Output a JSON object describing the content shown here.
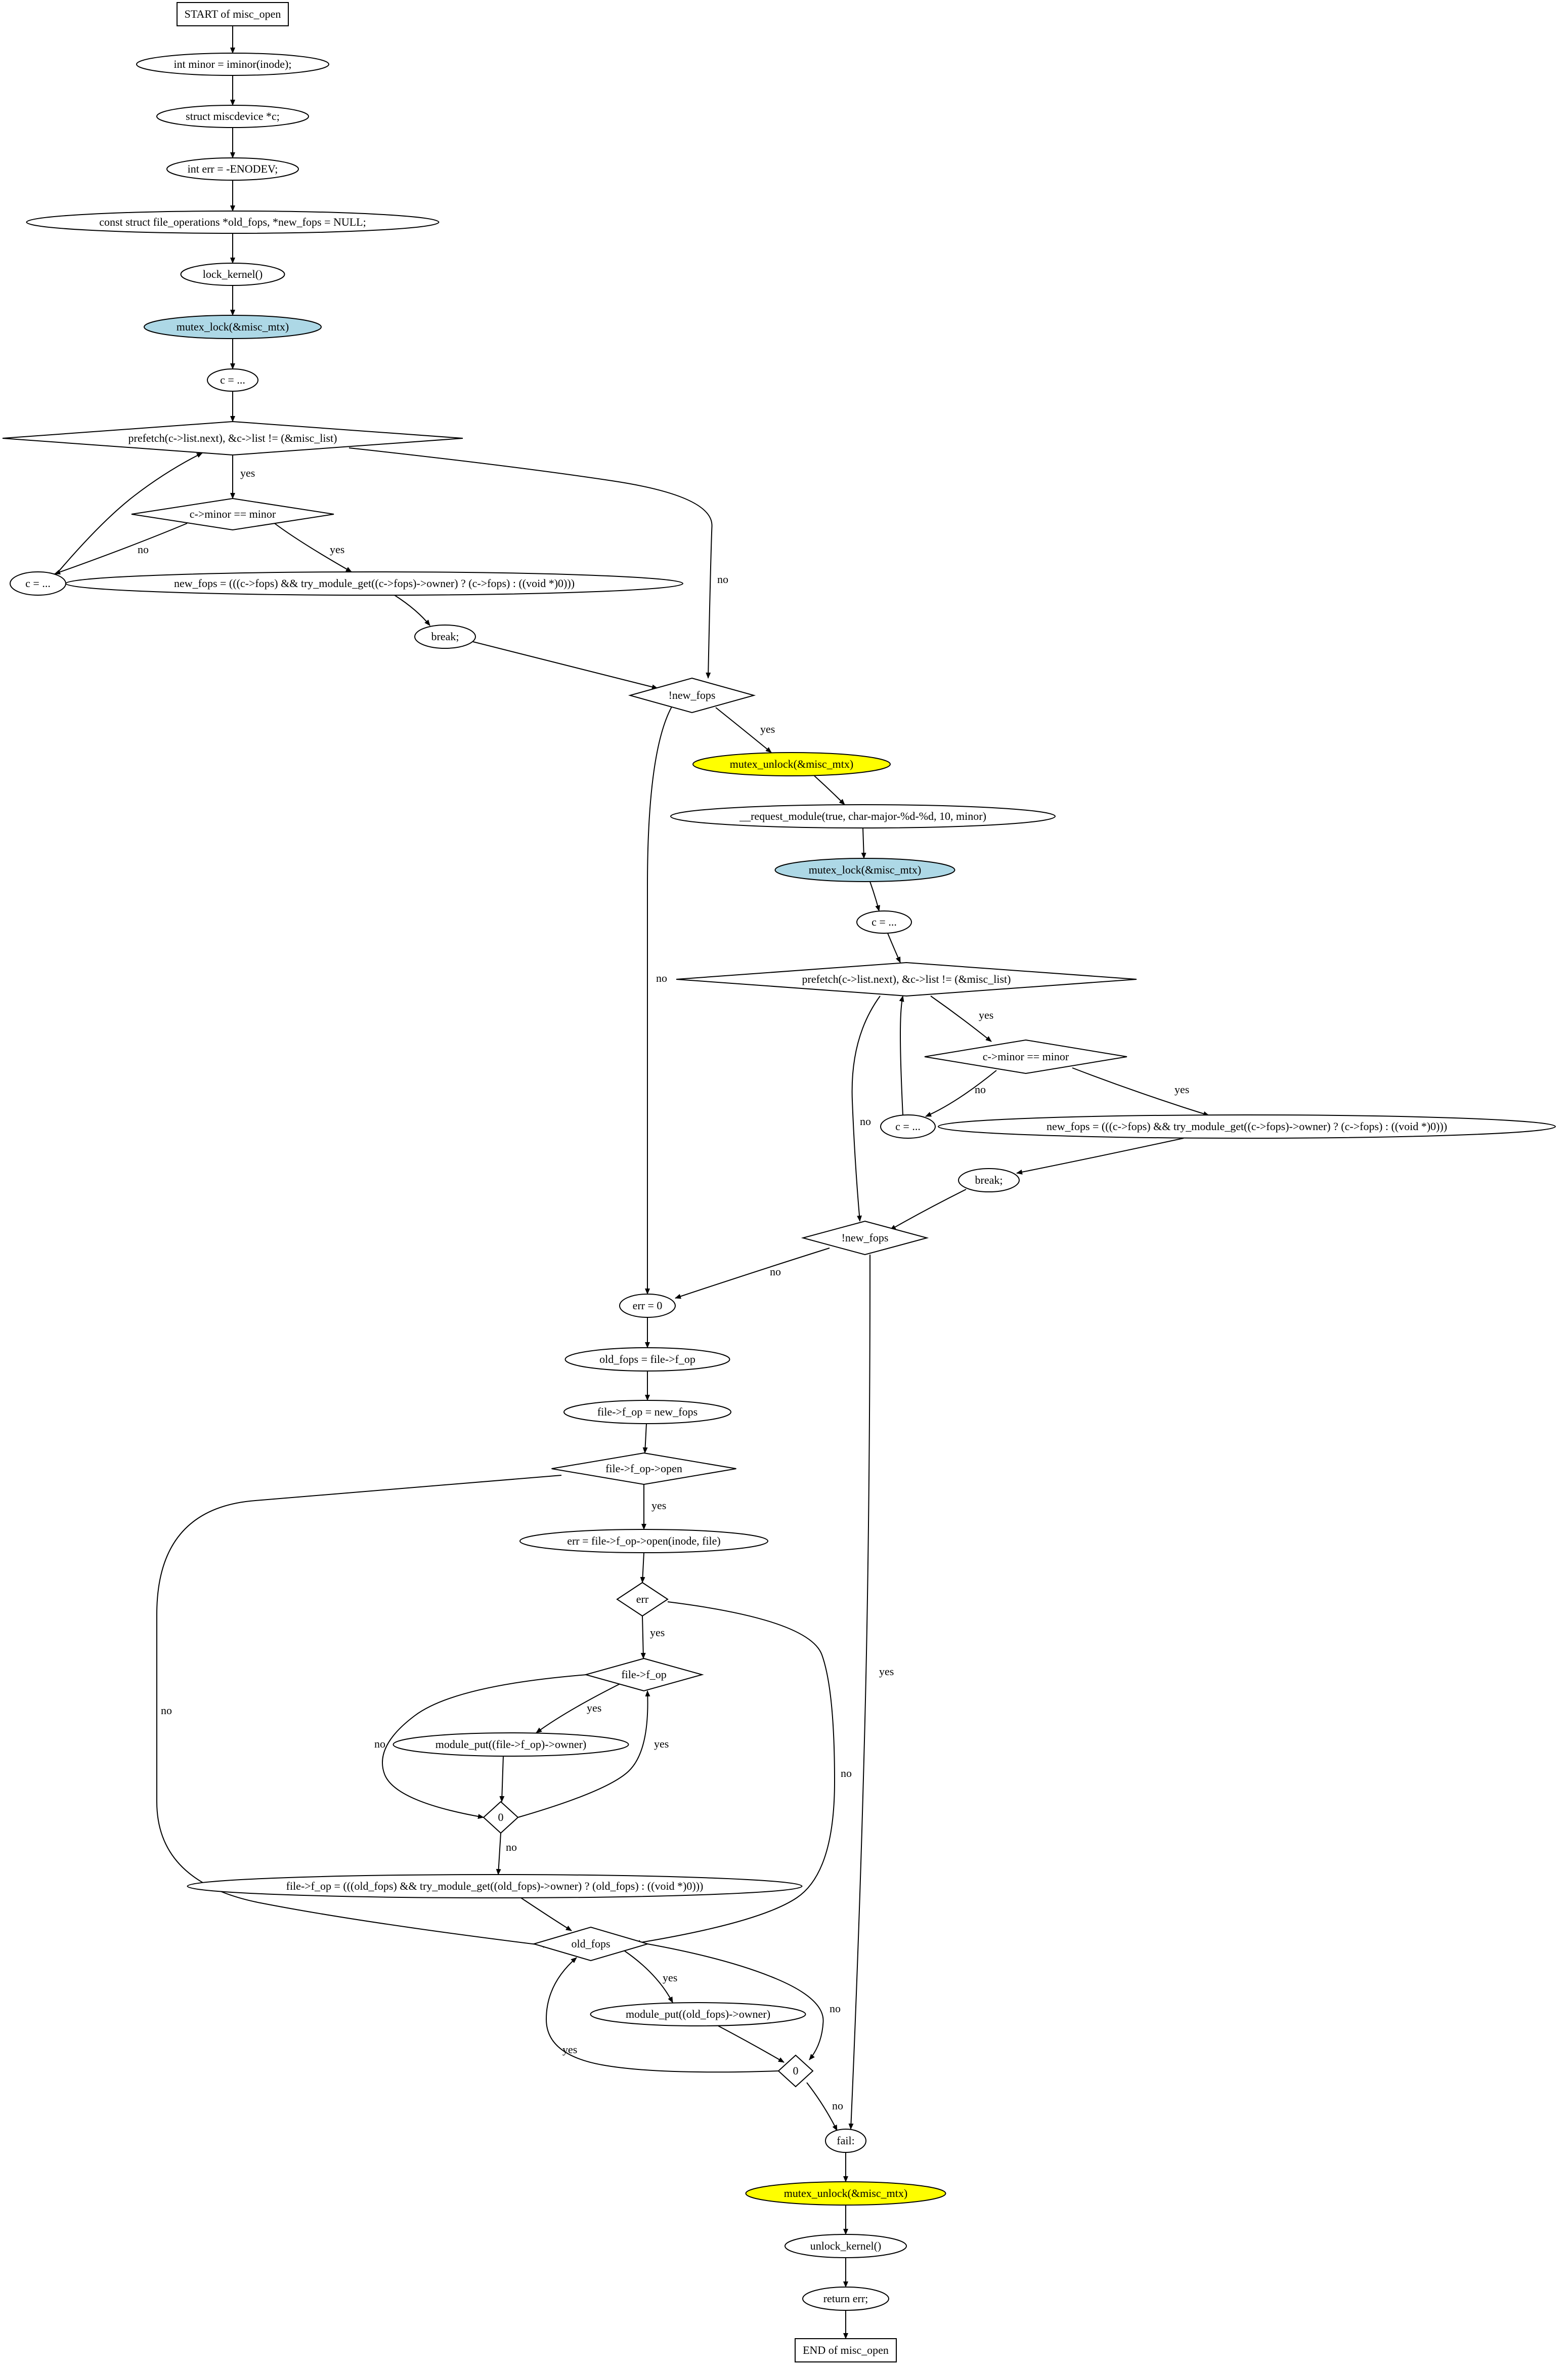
{
  "diagram": {
    "function_name": "misc_open",
    "colors": {
      "lock_fill": "#add8e6",
      "unlock_fill": "#ffff00",
      "stroke": "#000000",
      "background": "#ffffff"
    },
    "nodes": [
      {
        "id": "start",
        "shape": "box",
        "label": "START of misc_open"
      },
      {
        "id": "n_minor",
        "shape": "ellipse",
        "label": "int minor = iminor(inode);"
      },
      {
        "id": "n_struct",
        "shape": "ellipse",
        "label": "struct miscdevice *c;"
      },
      {
        "id": "n_err_init",
        "shape": "ellipse",
        "label": "int err = -ENODEV;"
      },
      {
        "id": "n_fops",
        "shape": "ellipse",
        "label": "const struct file_operations *old_fops, *new_fops = NULL;"
      },
      {
        "id": "n_lock_kernel",
        "shape": "ellipse",
        "label": "lock_kernel()"
      },
      {
        "id": "n_mutex_lock1",
        "shape": "ellipse",
        "label": "mutex_lock(&misc_mtx)",
        "fill": "lock"
      },
      {
        "id": "n_c1",
        "shape": "ellipse",
        "label": "c = ..."
      },
      {
        "id": "d_prefetch1",
        "shape": "diamond",
        "label": "prefetch(c->list.next), &c->list != (&misc_list)"
      },
      {
        "id": "d_minor1",
        "shape": "diamond",
        "label": "c->minor == minor"
      },
      {
        "id": "n_c1b",
        "shape": "ellipse",
        "label": "c = ..."
      },
      {
        "id": "n_newfops1",
        "shape": "ellipse",
        "label": "new_fops = (((c->fops) && try_module_get((c->fops)->owner) ? (c->fops) : ((void *)0)))"
      },
      {
        "id": "n_break1",
        "shape": "ellipse",
        "label": "break;"
      },
      {
        "id": "d_notnew1",
        "shape": "diamond",
        "label": "!new_fops"
      },
      {
        "id": "n_unlock1",
        "shape": "ellipse",
        "label": "mutex_unlock(&misc_mtx)",
        "fill": "unlock"
      },
      {
        "id": "n_request",
        "shape": "ellipse",
        "label": "__request_module(true, char-major-%d-%d, 10, minor)"
      },
      {
        "id": "n_mutex_lock2",
        "shape": "ellipse",
        "label": "mutex_lock(&misc_mtx)",
        "fill": "lock"
      },
      {
        "id": "n_c2",
        "shape": "ellipse",
        "label": "c = ..."
      },
      {
        "id": "d_prefetch2",
        "shape": "diamond",
        "label": "prefetch(c->list.next), &c->list != (&misc_list)"
      },
      {
        "id": "d_minor2",
        "shape": "diamond",
        "label": "c->minor == minor"
      },
      {
        "id": "n_c2b",
        "shape": "ellipse",
        "label": "c = ..."
      },
      {
        "id": "n_newfops2",
        "shape": "ellipse",
        "label": "new_fops = (((c->fops) && try_module_get((c->fops)->owner) ? (c->fops) : ((void *)0)))"
      },
      {
        "id": "n_break2",
        "shape": "ellipse",
        "label": "break;"
      },
      {
        "id": "d_notnew2",
        "shape": "diamond",
        "label": "!new_fops"
      },
      {
        "id": "n_err0",
        "shape": "ellipse",
        "label": "err = 0"
      },
      {
        "id": "n_oldfops",
        "shape": "ellipse",
        "label": "old_fops = file->f_op"
      },
      {
        "id": "n_fop_new",
        "shape": "ellipse",
        "label": "file->f_op = new_fops"
      },
      {
        "id": "d_fop_open",
        "shape": "diamond",
        "label": "file->f_op->open"
      },
      {
        "id": "n_err_open",
        "shape": "ellipse",
        "label": "err = file->f_op->open(inode, file)"
      },
      {
        "id": "d_err",
        "shape": "diamond",
        "label": "err"
      },
      {
        "id": "d_fileop",
        "shape": "diamond",
        "label": "file->f_op"
      },
      {
        "id": "n_modput1",
        "shape": "ellipse",
        "label": "module_put((file->f_op)->owner)"
      },
      {
        "id": "d_zero1",
        "shape": "diamond",
        "label": "0"
      },
      {
        "id": "n_fop_old",
        "shape": "ellipse",
        "label": "file->f_op = (((old_fops) && try_module_get((old_fops)->owner) ? (old_fops) : ((void *)0)))"
      },
      {
        "id": "d_oldfops",
        "shape": "diamond",
        "label": "old_fops"
      },
      {
        "id": "n_modput2",
        "shape": "ellipse",
        "label": "module_put((old_fops)->owner)"
      },
      {
        "id": "d_zero2",
        "shape": "diamond",
        "label": "0"
      },
      {
        "id": "n_fail",
        "shape": "ellipse",
        "label": "fail:"
      },
      {
        "id": "n_unlock2",
        "shape": "ellipse",
        "label": "mutex_unlock(&misc_mtx)",
        "fill": "unlock"
      },
      {
        "id": "n_unlock_kernel",
        "shape": "ellipse",
        "label": "unlock_kernel()"
      },
      {
        "id": "n_return",
        "shape": "ellipse",
        "label": "return err;"
      },
      {
        "id": "end",
        "shape": "box",
        "label": "END of misc_open"
      }
    ],
    "edges": [
      {
        "from": "start",
        "to": "n_minor",
        "label": ""
      },
      {
        "from": "n_minor",
        "to": "n_struct",
        "label": ""
      },
      {
        "from": "n_struct",
        "to": "n_err_init",
        "label": ""
      },
      {
        "from": "n_err_init",
        "to": "n_fops",
        "label": ""
      },
      {
        "from": "n_fops",
        "to": "n_lock_kernel",
        "label": ""
      },
      {
        "from": "n_lock_kernel",
        "to": "n_mutex_lock1",
        "label": ""
      },
      {
        "from": "n_mutex_lock1",
        "to": "n_c1",
        "label": ""
      },
      {
        "from": "n_c1",
        "to": "d_prefetch1",
        "label": ""
      },
      {
        "from": "d_prefetch1",
        "to": "d_minor1",
        "label": "yes"
      },
      {
        "from": "d_prefetch1",
        "to": "d_notnew1",
        "label": "no"
      },
      {
        "from": "d_minor1",
        "to": "n_c1b",
        "label": "no"
      },
      {
        "from": "d_minor1",
        "to": "n_newfops1",
        "label": "yes"
      },
      {
        "from": "n_c1b",
        "to": "d_prefetch1",
        "label": ""
      },
      {
        "from": "n_newfops1",
        "to": "n_break1",
        "label": ""
      },
      {
        "from": "n_break1",
        "to": "d_notnew1",
        "label": ""
      },
      {
        "from": "d_notnew1",
        "to": "n_unlock1",
        "label": "yes"
      },
      {
        "from": "d_notnew1",
        "to": "n_err0",
        "label": "no"
      },
      {
        "from": "n_unlock1",
        "to": "n_request",
        "label": ""
      },
      {
        "from": "n_request",
        "to": "n_mutex_lock2",
        "label": ""
      },
      {
        "from": "n_mutex_lock2",
        "to": "n_c2",
        "label": ""
      },
      {
        "from": "n_c2",
        "to": "d_prefetch2",
        "label": ""
      },
      {
        "from": "d_prefetch2",
        "to": "d_minor2",
        "label": "yes"
      },
      {
        "from": "d_prefetch2",
        "to": "d_notnew2",
        "label": "no"
      },
      {
        "from": "d_minor2",
        "to": "n_c2b",
        "label": "no"
      },
      {
        "from": "d_minor2",
        "to": "n_newfops2",
        "label": "yes"
      },
      {
        "from": "n_c2b",
        "to": "d_prefetch2",
        "label": ""
      },
      {
        "from": "n_newfops2",
        "to": "n_break2",
        "label": ""
      },
      {
        "from": "n_break2",
        "to": "d_notnew2",
        "label": ""
      },
      {
        "from": "d_notnew2",
        "to": "n_err0",
        "label": "no"
      },
      {
        "from": "d_notnew2",
        "to": "n_fail",
        "label": "yes"
      },
      {
        "from": "n_err0",
        "to": "n_oldfops",
        "label": ""
      },
      {
        "from": "n_oldfops",
        "to": "n_fop_new",
        "label": ""
      },
      {
        "from": "n_fop_new",
        "to": "d_fop_open",
        "label": ""
      },
      {
        "from": "d_fop_open",
        "to": "n_err_open",
        "label": "yes"
      },
      {
        "from": "d_fop_open",
        "to": "d_oldfops",
        "label": "no"
      },
      {
        "from": "n_err_open",
        "to": "d_err",
        "label": ""
      },
      {
        "from": "d_err",
        "to": "d_fileop",
        "label": "yes"
      },
      {
        "from": "d_err",
        "to": "d_oldfops",
        "label": "no"
      },
      {
        "from": "d_fileop",
        "to": "n_modput1",
        "label": "yes"
      },
      {
        "from": "d_fileop",
        "to": "d_zero1",
        "label": "no"
      },
      {
        "from": "n_modput1",
        "to": "d_zero1",
        "label": ""
      },
      {
        "from": "d_zero1",
        "to": "d_fileop",
        "label": "yes"
      },
      {
        "from": "d_zero1",
        "to": "n_fop_old",
        "label": "no"
      },
      {
        "from": "n_fop_old",
        "to": "d_oldfops",
        "label": ""
      },
      {
        "from": "d_oldfops",
        "to": "n_modput2",
        "label": "yes"
      },
      {
        "from": "d_oldfops",
        "to": "d_zero2",
        "label": "no"
      },
      {
        "from": "n_modput2",
        "to": "d_zero2",
        "label": ""
      },
      {
        "from": "d_zero2",
        "to": "d_oldfops",
        "label": "yes"
      },
      {
        "from": "d_zero2",
        "to": "n_fail",
        "label": "no"
      },
      {
        "from": "n_fail",
        "to": "n_unlock2",
        "label": ""
      },
      {
        "from": "n_unlock2",
        "to": "n_unlock_kernel",
        "label": ""
      },
      {
        "from": "n_unlock_kernel",
        "to": "n_return",
        "label": ""
      },
      {
        "from": "n_return",
        "to": "end",
        "label": ""
      }
    ]
  }
}
